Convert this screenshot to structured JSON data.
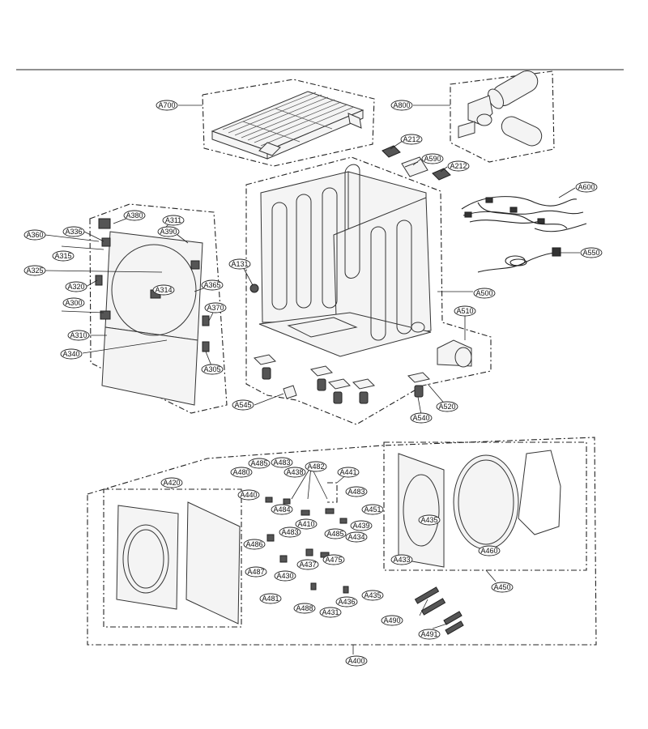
{
  "callouts": [
    {
      "id": "a700",
      "label": "A700"
    },
    {
      "id": "a800",
      "label": "A800"
    },
    {
      "id": "a212a",
      "label": "A212"
    },
    {
      "id": "a590",
      "label": "A590"
    },
    {
      "id": "a212b",
      "label": "A212"
    },
    {
      "id": "a600",
      "label": "A600"
    },
    {
      "id": "a550",
      "label": "A550"
    },
    {
      "id": "a500",
      "label": "A500"
    },
    {
      "id": "a510",
      "label": "A510"
    },
    {
      "id": "a131",
      "label": "A131"
    },
    {
      "id": "a380",
      "label": "A380"
    },
    {
      "id": "a311",
      "label": "A311"
    },
    {
      "id": "a390",
      "label": "A390"
    },
    {
      "id": "a360",
      "label": "A360"
    },
    {
      "id": "a336",
      "label": "A336"
    },
    {
      "id": "a315",
      "label": "A315"
    },
    {
      "id": "a325",
      "label": "A325"
    },
    {
      "id": "a320",
      "label": "A320"
    },
    {
      "id": "a314",
      "label": "A314"
    },
    {
      "id": "a365",
      "label": "A365"
    },
    {
      "id": "a300",
      "label": "A300"
    },
    {
      "id": "a370",
      "label": "A370"
    },
    {
      "id": "a310",
      "label": "A310"
    },
    {
      "id": "a340",
      "label": "A340"
    },
    {
      "id": "a305",
      "label": "A305"
    },
    {
      "id": "a545",
      "label": "A545"
    },
    {
      "id": "a540",
      "label": "A540"
    },
    {
      "id": "a520",
      "label": "A520"
    },
    {
      "id": "a420",
      "label": "A420"
    },
    {
      "id": "a485a",
      "label": "A485"
    },
    {
      "id": "a483a",
      "label": "A483"
    },
    {
      "id": "a480",
      "label": "A480"
    },
    {
      "id": "a438",
      "label": "A438"
    },
    {
      "id": "a482",
      "label": "A482"
    },
    {
      "id": "a441",
      "label": "A441"
    },
    {
      "id": "a440",
      "label": "A440"
    },
    {
      "id": "a483b",
      "label": "A483"
    },
    {
      "id": "a484",
      "label": "A484"
    },
    {
      "id": "a451",
      "label": "A451"
    },
    {
      "id": "a410",
      "label": "A410"
    },
    {
      "id": "a439",
      "label": "A439"
    },
    {
      "id": "a485b",
      "label": "A485"
    },
    {
      "id": "a434",
      "label": "A434"
    },
    {
      "id": "a486",
      "label": "A486"
    },
    {
      "id": "a483c",
      "label": "A483"
    },
    {
      "id": "a475",
      "label": "A475"
    },
    {
      "id": "a437",
      "label": "A437"
    },
    {
      "id": "a487",
      "label": "A487"
    },
    {
      "id": "a430",
      "label": "A430"
    },
    {
      "id": "a481",
      "label": "A481"
    },
    {
      "id": "a488",
      "label": "A488"
    },
    {
      "id": "a431",
      "label": "A431"
    },
    {
      "id": "a436",
      "label": "A436"
    },
    {
      "id": "a435a",
      "label": "A435"
    },
    {
      "id": "a435b",
      "label": "A435"
    },
    {
      "id": "a433",
      "label": "A433"
    },
    {
      "id": "a460",
      "label": "A460"
    },
    {
      "id": "a450",
      "label": "A450"
    },
    {
      "id": "a490",
      "label": "A490"
    },
    {
      "id": "a491",
      "label": "A491"
    },
    {
      "id": "a400",
      "label": "A400"
    }
  ]
}
